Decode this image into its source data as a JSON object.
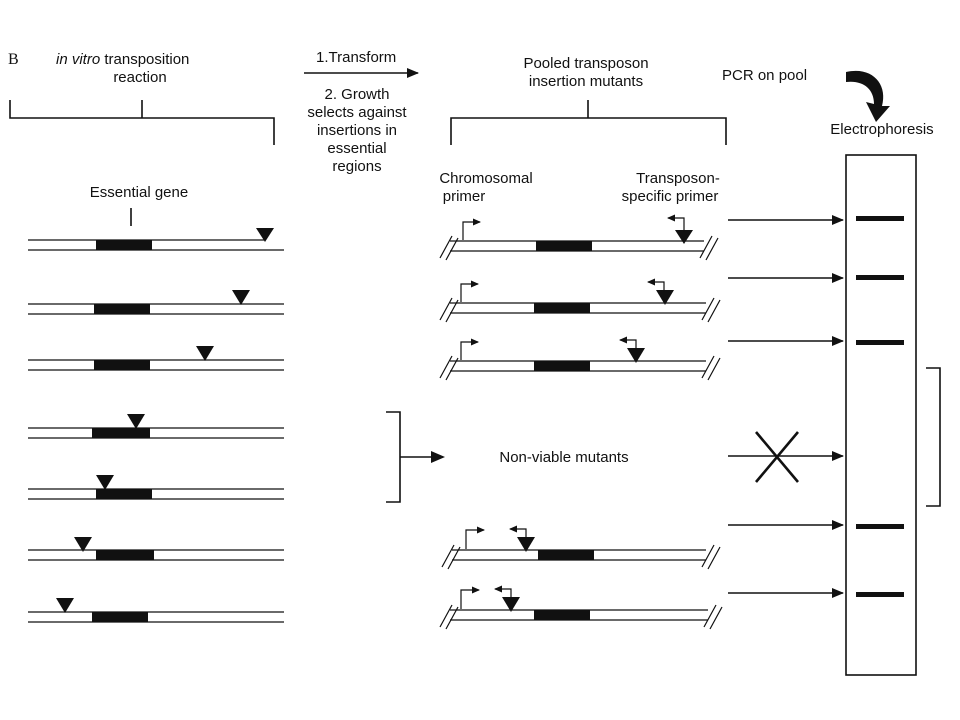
{
  "panel_label": "B",
  "step1": {
    "italic": "in vitro",
    "line1_rest": " transposition",
    "line2": "reaction"
  },
  "arrow_top_label": "1.Transform",
  "growth_lines": [
    "2. Growth",
    "selects against",
    "insertions in",
    "essential",
    "regions"
  ],
  "pooled_lines": [
    "Pooled transposon",
    "insertion mutants"
  ],
  "pcr_label": "PCR on pool",
  "electrophoresis_label": "Electrophoresis",
  "essential_gene_label": "Essential gene",
  "chromosomal_primer_lines": [
    "Chromosomal",
    "primer"
  ],
  "transposon_primer_lines": [
    "Transposon-",
    "specific primer"
  ],
  "nonviable_label": "Non-viable mutants",
  "colors": {
    "ink": "#111111",
    "background": "#ffffff"
  }
}
